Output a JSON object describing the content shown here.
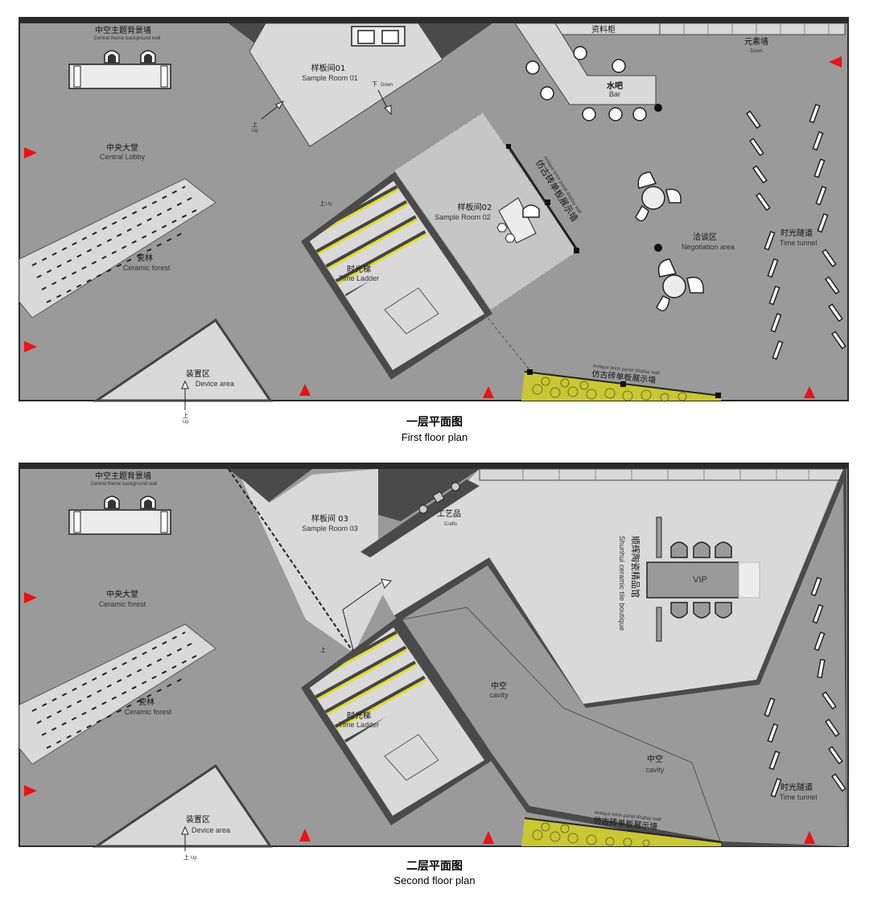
{
  "colors": {
    "floor": "#9a9a9a",
    "room": "#d9d9d9",
    "wall": "#444444",
    "frame": "#2a2a2a",
    "dark_void": "#4a4a4a",
    "yellow_stripe": "#e0de2a",
    "moss": "#c9c733",
    "arrow_red": "#ee1111"
  },
  "floor1": {
    "caption_zh": "一层平面图",
    "caption_en": "First floor plan",
    "central_wall_zh": "中空主题背景墙",
    "central_wall_en": "Central theme background wall",
    "sample_room_01_zh": "样板间01",
    "sample_room_01_en": "Sample Room 01",
    "down_zh": "下",
    "down_en": "Down",
    "up_zh": "上",
    "up_en": "Up",
    "cabinet_zh": "资料柜",
    "element_wall_zh": "元素墙",
    "element_wall_en": "Down",
    "bar_zh": "水吧",
    "bar_en": "Bar",
    "lobby_zh": "中央大堂",
    "lobby_en": "Central Lobby",
    "sample_room_02_zh": "样板间02",
    "sample_room_02_en": "Sample Room 02",
    "brick_wall_side_en": "Antique brick panel display wall",
    "brick_wall_side_zh": "仿古砖单板展示墙",
    "negotiation_zh": "洽谈区",
    "negotiation_en": "Negotiation area",
    "tunnel_zh": "时光隧道",
    "tunnel_en": "Time tunnel",
    "forest_zh": "瓷林",
    "forest_en": "Ceramic forest",
    "ladder_zh": "时光梯",
    "ladder_en": "Time Ladder",
    "device_zh": "装置区",
    "device_en": "Device area",
    "brick_wall_zh": "仿古砖单板展示墙",
    "brick_wall_en": "Antique brick panel display wall"
  },
  "floor2": {
    "caption_zh": "二层平面图",
    "caption_en": "Second floor plan",
    "central_wall_zh": "中空主题背景墙",
    "central_wall_en": "Central theme background wall",
    "sample_room_03_zh": "样板间 03",
    "sample_room_03_en": "Sample Room 03",
    "crafts_zh": "工艺品",
    "crafts_en": "Crafts",
    "boutique_zh": "顺辉陶瓷精品馆",
    "boutique_en": "Shunhui ceramic tile boutique",
    "vip": "VIP",
    "lobby_zh": "中央大堂",
    "lobby_en": "Ceramic forest",
    "up_zh": "上",
    "up_en": "Up",
    "cavity_zh": "中空",
    "cavity_en": "cavity",
    "forest_zh": "瓷林",
    "forest_en": "Ceramic forest",
    "ladder_zh": "时光梯",
    "ladder_en": "Time Ladder",
    "tunnel_zh": "时光隧道",
    "tunnel_en": "Time tunnel",
    "device_zh": "装置区",
    "device_en": "Device area",
    "brick_wall_zh": "仿古砖单板展示墙",
    "brick_wall_en": "Antique brick panel display wall"
  }
}
